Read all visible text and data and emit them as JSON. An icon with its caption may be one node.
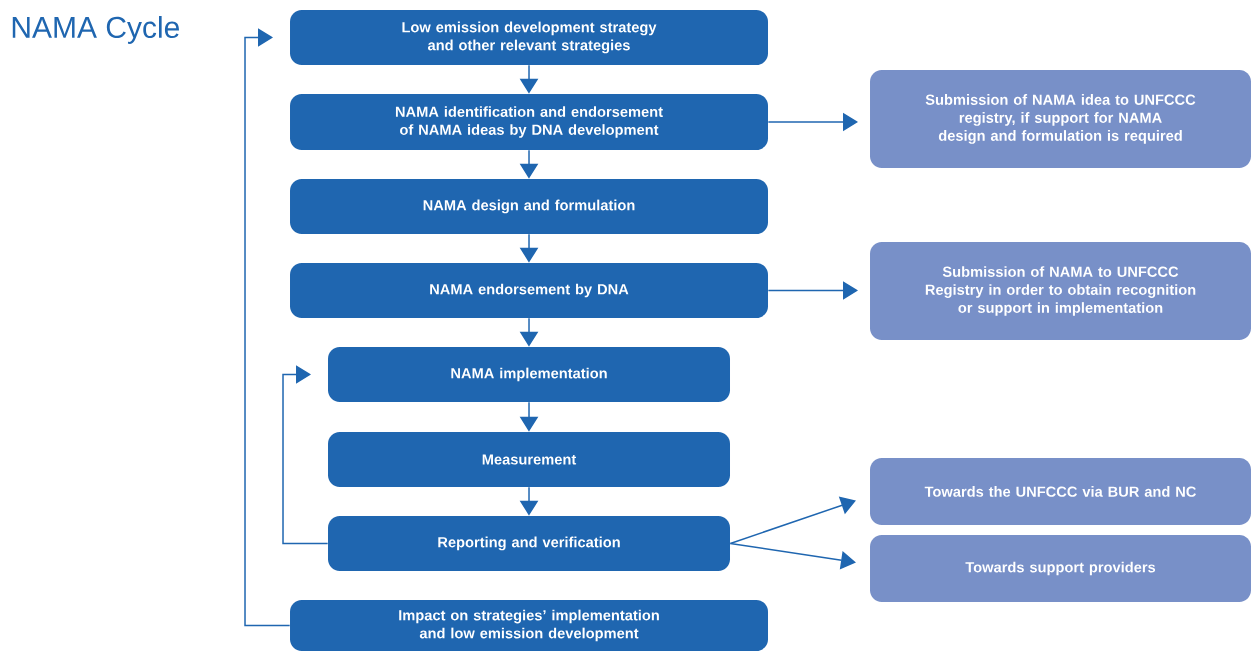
{
  "diagram": {
    "title": "NAMA Cycle",
    "nodes": [
      {
        "text": [
          "Low emission development strategy and other relevant strategies"
        ]
      },
      {
        "text": [
          "NAMA identification and endorsement of NAMA ideas by DNA development"
        ]
      },
      {
        "text": [
          "Submission of NAMA idea to UNFCCC registry, if support for NAMA design and formulation is required"
        ]
      },
      {
        "text": [
          "NAMA design and formulation"
        ]
      },
      {
        "text": [
          "NAMA endorsement by DNA"
        ]
      },
      {
        "text": [
          "Submission of NAMA to UNFCCC Registry in order to obtain recognition or support in implementation"
        ]
      },
      {
        "text": [
          "NAMA implementation"
        ]
      },
      {
        "text": [
          "Measurement"
        ]
      },
      {
        "text": [
          "Towards the UNFCCC via BUR and NC"
        ]
      },
      {
        "text": [
          "Reporting and verification"
        ]
      },
      {
        "text": [
          "Towards support providers"
        ]
      },
      {
        "text": [
          "Impact on strategies’ implementation and low emission development"
        ]
      }
    ],
    "edges": [
      {
        "from": 0,
        "to": 1,
        "arrow": "to"
      },
      {
        "from": 1,
        "to": 2,
        "arrow": "to"
      },
      {
        "from": 1,
        "to": 3,
        "arrow": "to"
      },
      {
        "from": 3,
        "to": 4,
        "arrow": "to"
      },
      {
        "from": 4,
        "to": 5,
        "arrow": "to"
      },
      {
        "from": 4,
        "to": 6,
        "arrow": "to"
      },
      {
        "from": 6,
        "to": 7,
        "arrow": "to"
      },
      {
        "from": 7,
        "to": 9,
        "arrow": "to"
      },
      {
        "from": 9,
        "to": 8,
        "arrow": "to"
      },
      {
        "from": 9,
        "to": 10,
        "arrow": "to"
      },
      {
        "from": 9,
        "to": 6,
        "arrow": "to"
      },
      {
        "from": 11,
        "to": 0,
        "arrow": "to"
      }
    ]
  }
}
